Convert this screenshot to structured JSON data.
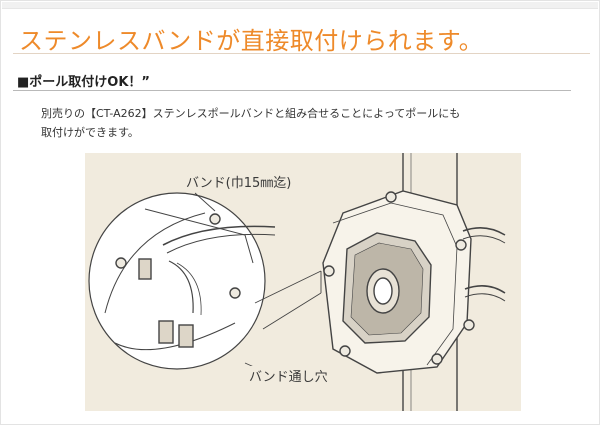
{
  "page": {
    "title": "ステンレスバンドが直接取付けられます。",
    "section": {
      "title": "■ポール取付けOK！”",
      "description_lines": [
        "別売りの【CT-A262】ステンレスポールバンドと組み合せることによってポールにも",
        "取付けができます。"
      ]
    },
    "figure": {
      "callout_band": "バンド(巾15㎜迄)",
      "callout_hole": "バンド通し穴"
    }
  }
}
